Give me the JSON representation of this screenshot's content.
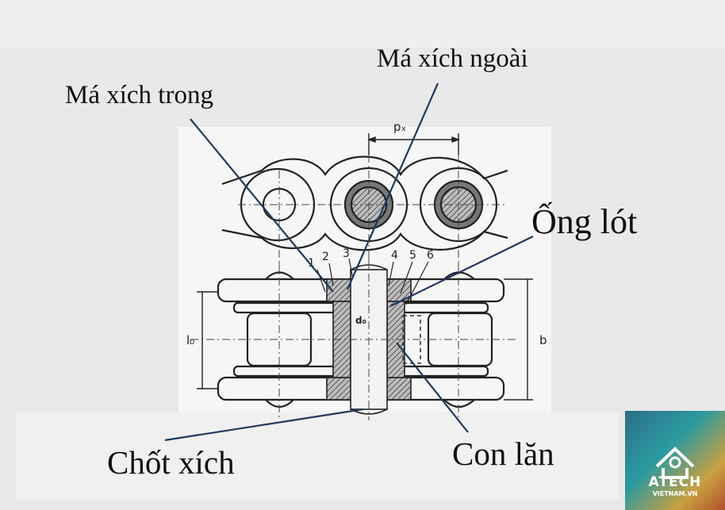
{
  "labels": {
    "inner_plate": "Má xích trong",
    "outer_plate": "Má xích ngoài",
    "bushing": "Ống lót",
    "pin": "Chốt xích",
    "roller": "Con lăn"
  },
  "drawing": {
    "pitch_label": "pₓ",
    "length_label": "l₀",
    "width_label": "b",
    "diameter_label": "d₀",
    "part_numbers": [
      "1",
      "2",
      "3",
      "4",
      "5",
      "6"
    ]
  },
  "logo": {
    "name": "ATECH",
    "domain": "VIETNAM.VN"
  },
  "colors": {
    "line": "#1f3a5a",
    "ink": "#222222",
    "hatch": "#555555",
    "paper": "#f7f7f7"
  }
}
